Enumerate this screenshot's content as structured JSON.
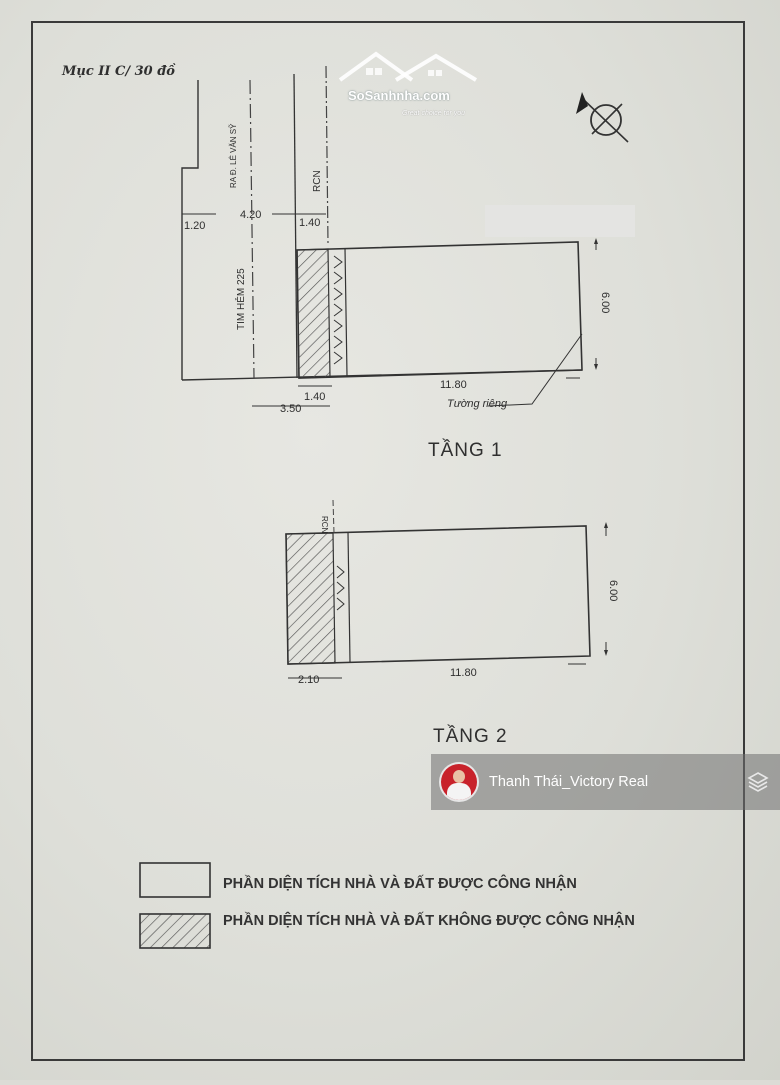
{
  "header": {
    "note": "Mục II C/ 30 đồ"
  },
  "watermark": {
    "name": "SoSanhnha.com",
    "tagline": "Great choice for you"
  },
  "floor1": {
    "title": "TẦNG 1",
    "street_label": "RA Đ. LÊ VĂN SỸ",
    "alley_label": "TIM HẺM 225",
    "setback_label": "RCN",
    "dim_left_offset": "1.20",
    "dim_alley_width": "4.20",
    "dim_setback_top": "1.40",
    "dim_setback_bottom": "1.40",
    "dim_bottom_left": "3.50",
    "dim_length": "11.80",
    "dim_width": "6.00",
    "wall_label": "Tường riêng"
  },
  "floor2": {
    "title": "TẦNG 2",
    "setback_label": "RCN",
    "dim_setback": "2.10",
    "dim_length": "11.80",
    "dim_width": "6.00"
  },
  "legend": {
    "recognized": "PHẦN DIỆN TÍCH  NHÀ VÀ ĐẤT ĐƯỢC CÔNG NHẬN",
    "not_recognized": "PHẦN DIỆN TÍCH  NHÀ VÀ ĐẤT KHÔNG ĐƯỢC CÔNG NHẬN"
  },
  "agent": {
    "name": "Thanh Thái_Victory Real"
  }
}
